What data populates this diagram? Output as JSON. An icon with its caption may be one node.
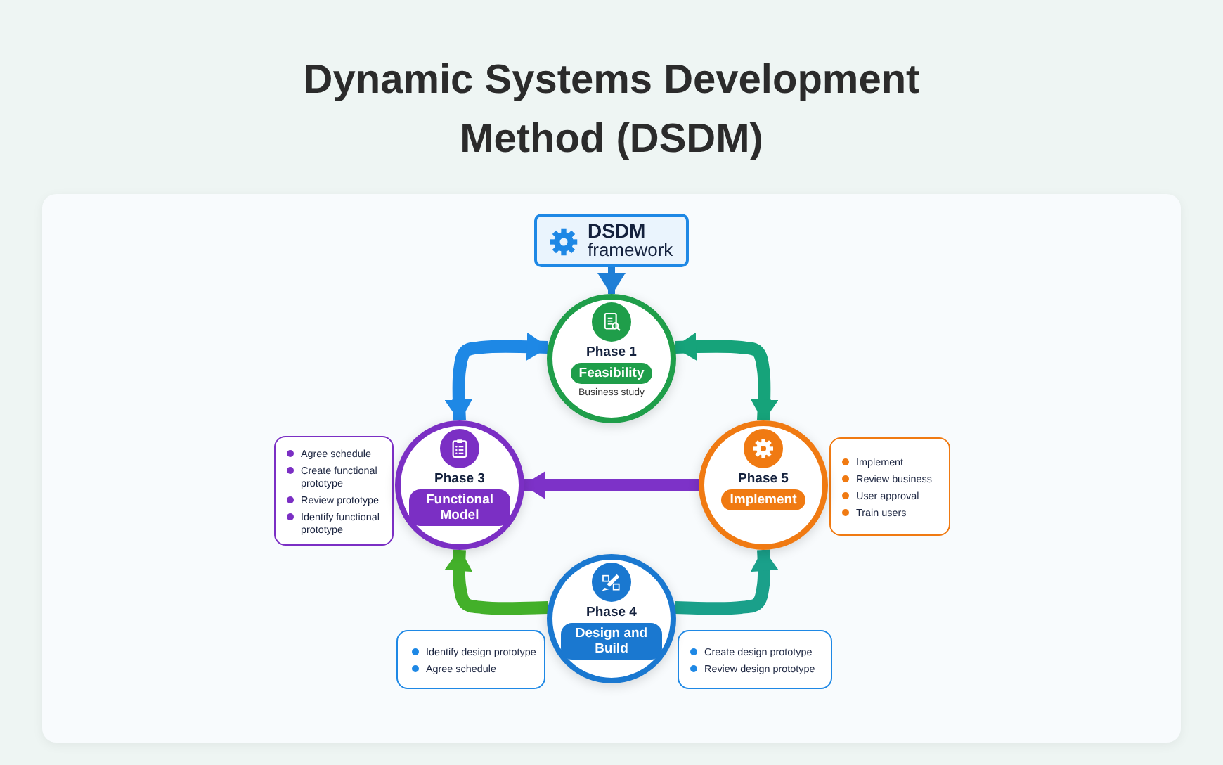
{
  "diagram": {
    "title": "Dynamic Systems Development Method (DSDM)",
    "nodes": [
      {
        "text": [
          "DSDM",
          "framework"
        ]
      },
      {
        "text": [
          "Phase 1",
          "Feasibility",
          "Business study"
        ]
      },
      {
        "text": [
          "Phase 3",
          "Functional Model"
        ]
      },
      {
        "text": [
          "Agree schedule",
          "Create functional prototype",
          "Review prototype",
          "Identify functional prototype"
        ]
      },
      {
        "text": [
          "Phase 5",
          "Implement"
        ]
      },
      {
        "text": [
          "Implement",
          "Review business",
          "User approval",
          "Train users"
        ]
      },
      {
        "text": [
          "Phase 4",
          "Design and Build"
        ]
      },
      {
        "text": [
          "Identify design prototype",
          "Agree schedule"
        ]
      },
      {
        "text": [
          "Create design prototype",
          "Review design prototype"
        ]
      }
    ],
    "edges": [
      {
        "from": 0,
        "to": 1,
        "arrow": "to",
        "color": "#1f7fd6"
      },
      {
        "from": 1,
        "to": 2,
        "arrow": "both",
        "color": "#1e88e5"
      },
      {
        "from": 1,
        "to": 4,
        "arrow": "both",
        "color": "#16a37a"
      },
      {
        "from": 4,
        "to": 2,
        "arrow": "to",
        "color": "#7d32c8"
      },
      {
        "from": 6,
        "to": 2,
        "arrow": "to",
        "color": "#43b02a"
      },
      {
        "from": 6,
        "to": 4,
        "arrow": "to",
        "color": "#1aa08a"
      }
    ]
  }
}
